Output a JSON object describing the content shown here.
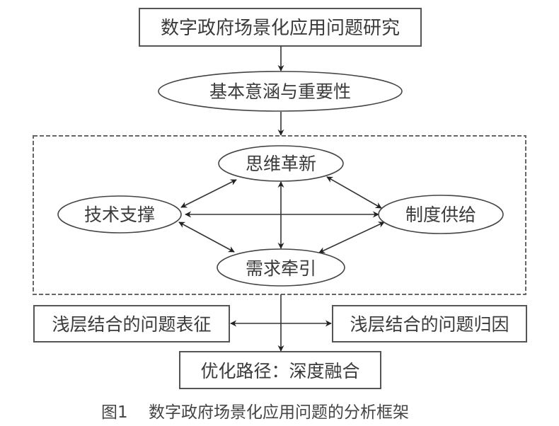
{
  "diagram": {
    "top_box": {
      "label": "数字政府场景化应用问题研究"
    },
    "basic_ellipse": {
      "label": "基本意涵与重要性"
    },
    "core_nodes": {
      "top": {
        "label": "思维革新"
      },
      "left": {
        "label": "技术支撑"
      },
      "right": {
        "label": "制度供给"
      },
      "bottom": {
        "label": "需求牵引"
      }
    },
    "problem_left": {
      "label": "浅层结合的问题表征"
    },
    "problem_right": {
      "label": "浅层结合的问题归因"
    },
    "solution_box": {
      "label": "优化路径：深度融合"
    },
    "caption": {
      "figure_no": "图1",
      "title": "数字政府场景化应用问题的分析框架"
    },
    "edges": [
      {
        "from": "top_box",
        "to": "basic_ellipse",
        "type": "directed"
      },
      {
        "from": "basic_ellipse",
        "to": "core_group",
        "type": "directed"
      },
      {
        "from": "core_top",
        "to": "core_left",
        "type": "bidirectional"
      },
      {
        "from": "core_top",
        "to": "core_right",
        "type": "bidirectional"
      },
      {
        "from": "core_top",
        "to": "core_bottom",
        "type": "bidirectional"
      },
      {
        "from": "core_left",
        "to": "core_right",
        "type": "bidirectional"
      },
      {
        "from": "core_left",
        "to": "core_bottom",
        "type": "bidirectional"
      },
      {
        "from": "core_right",
        "to": "core_bottom",
        "type": "bidirectional"
      },
      {
        "from": "problem_left",
        "to": "problem_right",
        "type": "bidirectional"
      },
      {
        "from": "core_group",
        "to": "solution_box",
        "type": "directed"
      }
    ]
  }
}
